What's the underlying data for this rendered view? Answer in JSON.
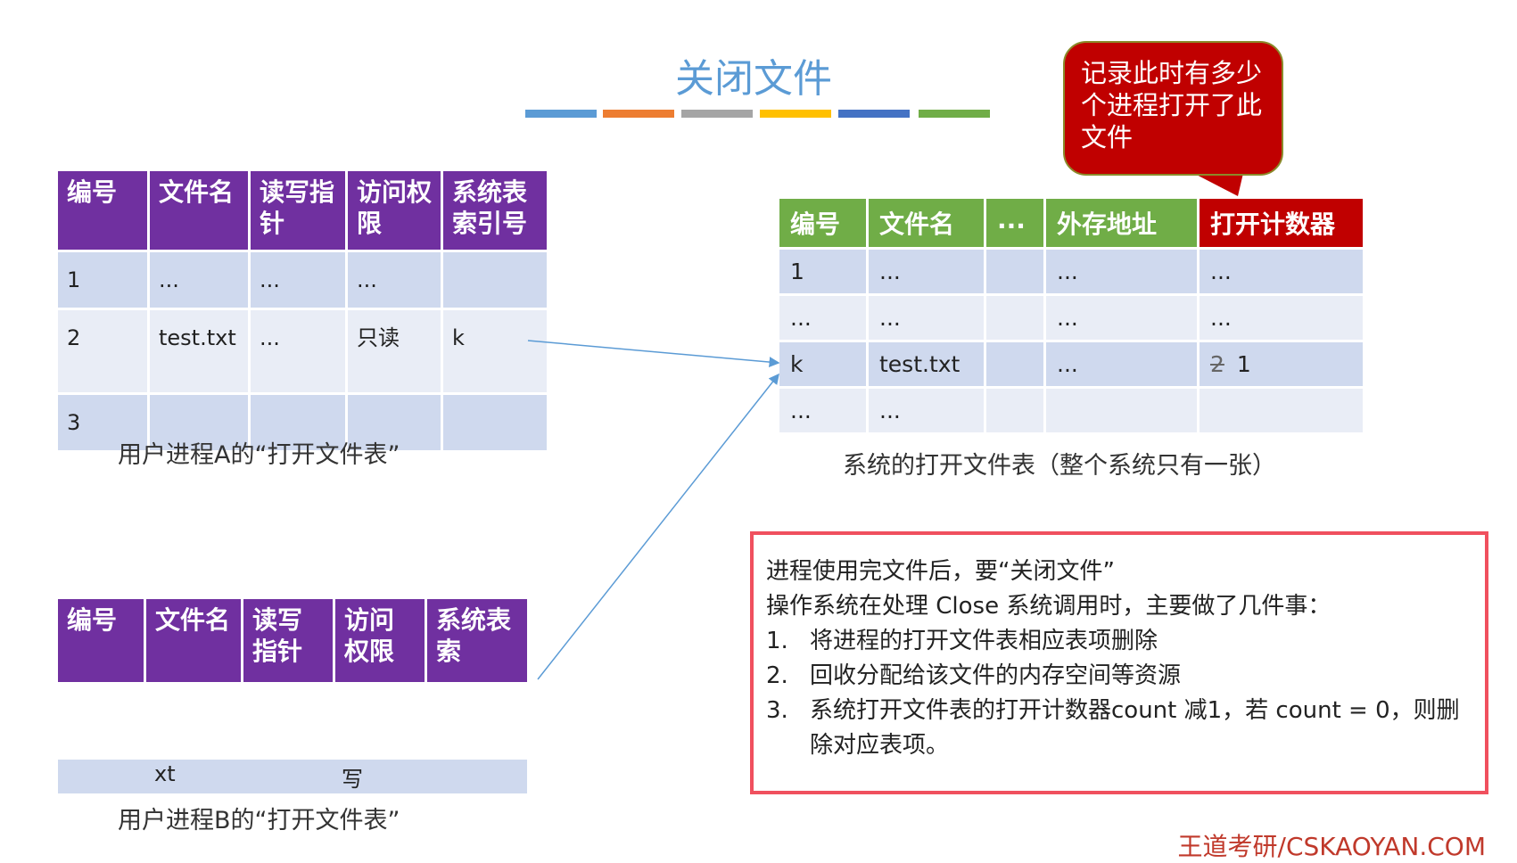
{
  "title": "关闭文件",
  "bar_colors": [
    "#5b9bd5",
    "#ed7d31",
    "#a5a5a5",
    "#ffc000",
    "#4472c4",
    "#70ad47"
  ],
  "callout": "记录此时有多少个进程打开了此文件",
  "tableA": {
    "headers": [
      "编号",
      "文件名",
      "读写指针",
      "访问权限",
      "系统表索引号"
    ],
    "rows": [
      [
        "1",
        "...",
        "...",
        "...",
        ""
      ],
      [
        "2",
        "test.txt",
        "...",
        "只读",
        "k"
      ],
      [
        "3",
        "",
        "",
        "",
        ""
      ]
    ],
    "caption": "用户进程A的“打开文件表”"
  },
  "system_table": {
    "headers": [
      "编号",
      "文件名",
      "...",
      "外存地址",
      "打开计数器"
    ],
    "rows": [
      [
        "1",
        "...",
        "",
        "...",
        "..."
      ],
      [
        "...",
        "...",
        "",
        "...",
        "..."
      ],
      [
        "k",
        "test.txt",
        "",
        "...",
        ""
      ],
      [
        "...",
        "...",
        "",
        "",
        ""
      ]
    ],
    "counter_old": "2",
    "counter_new": "1",
    "caption": "系统的打开文件表（整个系统只有一张）"
  },
  "tableB": {
    "headers": [
      "编号",
      "文件名",
      "读写指针",
      "访问权限",
      "系统表索"
    ],
    "partial_row": [
      "",
      "xt",
      "",
      "写",
      ""
    ],
    "caption": "用户进程B的“打开文件表”"
  },
  "info": {
    "intro1": "进程使用完文件后，要“关闭文件”",
    "intro2": "操作系统在处理 Close 系统调用时，主要做了几件事：",
    "items": [
      {
        "n": "1.",
        "t": "将进程的打开文件表相应表项删除"
      },
      {
        "n": "2.",
        "t": "回收分配给该文件的内存空间等资源"
      },
      {
        "n": "3.",
        "t": "系统打开文件表的打开计数器count 减1，若 count = 0，则删除对应表项。"
      }
    ]
  },
  "footer": "王道考研/CSKAOYAN.COM",
  "colors": {
    "purple": "#7030a0",
    "green": "#70ad47",
    "red": "#c00000"
  }
}
